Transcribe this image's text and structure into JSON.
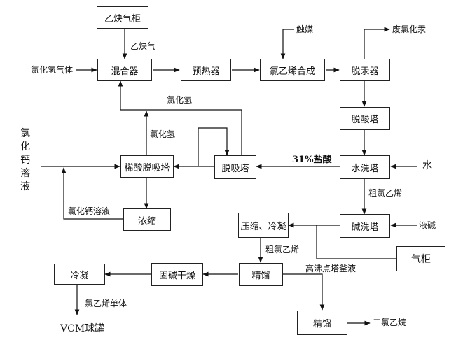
{
  "nodes": {
    "acetylene_holder": "乙炔气柜",
    "mixer": "混合器",
    "preheater": "预热器",
    "vc_synthesis": "氯乙烯合成",
    "mercury_remover": "脱汞器",
    "deacid_tower": "脱酸塔",
    "water_wash_tower": "水洗塔",
    "alkali_wash_tower": "碱洗塔",
    "compress_condense": "压缩、冷凝",
    "gas_holder": "气柜",
    "rectify_1": "精馏",
    "rectify_2": "精馏",
    "solid_alkali_dryer": "固碱干燥",
    "condenser": "冷凝",
    "dilute_acid_absorber": "稀酸脱吸塔",
    "desorber": "脱吸塔",
    "concentrate": "浓缩"
  },
  "labels": {
    "acetylene_gas": "乙炔气",
    "hcl_gas": "氯化氢气体",
    "catalyst": "触媒",
    "waste_mercury_chloride": "废氯化汞",
    "hcl_top": "氯化氢",
    "hcl_mid": "氯化氢",
    "hcl_31": "31%盐酸",
    "water": "水",
    "crude_vc_1": "粗氯乙烯",
    "crude_vc_2": "粗氯乙烯",
    "liquid_alkali": "液碱",
    "cacl2_solution_vertical": "氯化钙溶液",
    "cacl2_solution": "氯化钙溶液",
    "high_boiler_residue": "高沸点塔釜液",
    "dichloroethane": "二氯乙烷",
    "vc_monomer": "氯乙烯单体",
    "vcm_tank": "VCM球罐"
  }
}
